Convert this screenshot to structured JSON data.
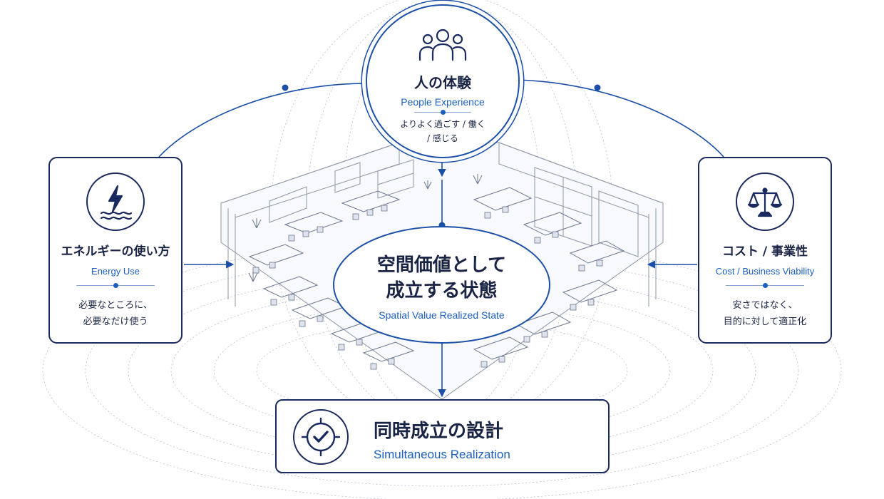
{
  "top": {
    "title": "人の体験",
    "subtitle": "People Experience",
    "description_line1": "よりよく過ごす / 働く",
    "description_line2": "/ 感じる",
    "icon": "people-group-icon"
  },
  "left": {
    "title": "エネルギーの使い方",
    "subtitle": "Energy Use",
    "description_line1": "必要なところに、",
    "description_line2": "必要なだけ使う",
    "icon": "lightning-wave-icon"
  },
  "right": {
    "title": "コスト / 事業性",
    "subtitle": "Cost / Business Viability",
    "description_line1": "安さではなく、",
    "description_line2": "目的に対して適正化",
    "icon": "balance-scale-icon"
  },
  "center": {
    "title_line1": "空間価値として",
    "title_line2": "成立する状態",
    "subtitle": "Spatial Value Realized State"
  },
  "bottom": {
    "title": "同時成立の設計",
    "subtitle": "Simultaneous Realization",
    "icon": "target-check-icon"
  },
  "colors": {
    "navy": "#1a2a5e",
    "accent_blue": "#1c5fbf",
    "line_gray": "#8e97a8"
  }
}
